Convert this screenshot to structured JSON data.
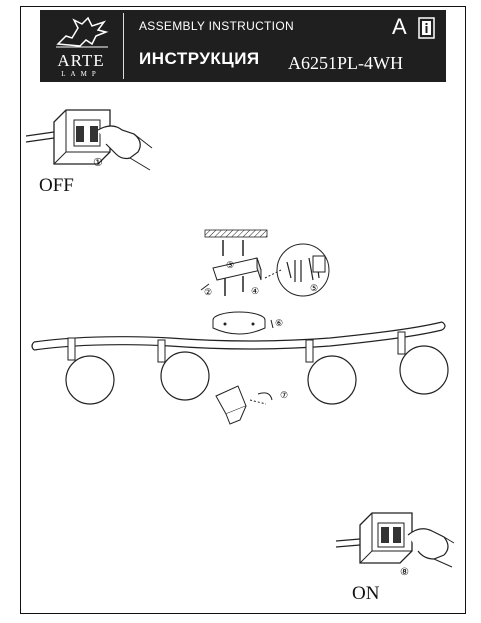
{
  "header": {
    "brand": "ARTE",
    "brand_sub": "LAMP",
    "title_en": "ASSEMBLY INSTRUCTION",
    "title_ru": "ИНСТРУКЦИЯ",
    "model": "A6251PL-4WH",
    "lang_mark": "A",
    "info_icon": "info-book-icon"
  },
  "steps": {
    "switch_off_label": "OFF",
    "switch_on_label": "ON",
    "num_1": "①",
    "num_2": "②",
    "num_3": "③",
    "num_4": "④",
    "num_5": "⑤",
    "num_6": "⑥",
    "num_7": "⑦",
    "num_8": "⑧"
  }
}
